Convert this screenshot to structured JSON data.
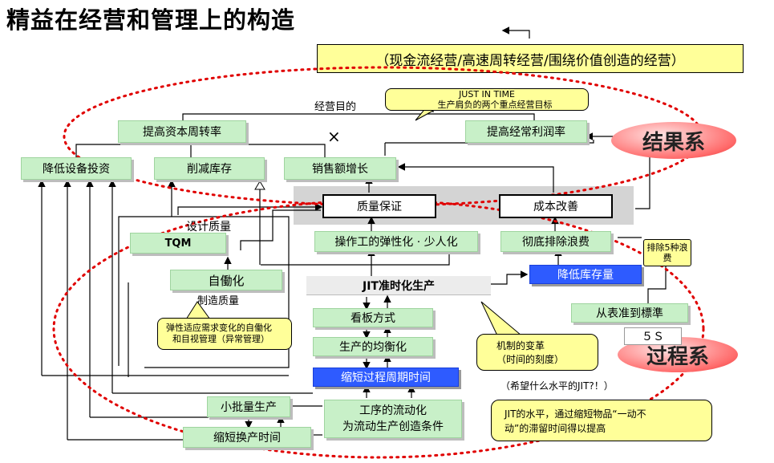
{
  "title": "精益在经营和管理上的构造",
  "banner": "（现金流经营/高速周转经营/围绕价值创造的经营）",
  "callout_jit": {
    "line1": "JUST IN TIME",
    "line2": "生产肩负的两个重点经营目标"
  },
  "labels": {
    "business_goal": "经营目的",
    "times": "×",
    "design_quality": "设计质量",
    "manufacture_quality": "制造质量",
    "level": "（希望什么水平的JIT?！）"
  },
  "result_tag": "结果系",
  "process_tag": "过程系",
  "boxes": {
    "capital_turnover": "提高资本周转率",
    "profit_rate": "提高经常利润率",
    "reduce_equipment": "降低设备投资",
    "reduce_inventory": "削减库存",
    "sales_growth": "销售额增长",
    "quality_assurance": "质量保证",
    "cost_improve": "成本改善",
    "tqm": "TQM",
    "operator_flex": "操作工的弹性化 ·  少人化",
    "eliminate_waste": "彻底排除浪费",
    "eliminate_5": "排除5种浪费",
    "jidoka": "自働化",
    "jit": "JIT准时化生产",
    "lower_inventory": "降低库存量",
    "kanban": "看板方式",
    "leveling": "生产的均衡化",
    "shorten_cycle": "缩短过程周期时间",
    "table_to_standard": "从表准到標準",
    "five_s": "５Ｓ",
    "small_lot": "小批量生产",
    "changeover": "缩短换产时间",
    "flow_line1": "工序的流动化",
    "flow_line2": "为流动生产创造条件"
  },
  "callouts": {
    "jidoka_note_line1": "弹性适应需求变化的自働化",
    "jidoka_note_line2": "和目视管理（异常管理）",
    "mechanism_line1": "机制的变革",
    "mechanism_line2": "（时间的刻度）",
    "jit_level_line1": "JIT的水平，通过缩短物品“一动不",
    "jit_level_line2": "动”的滞留时间得以提高"
  },
  "colors": {
    "green": "#c8f0c8",
    "blue": "#2e5bff",
    "yellow": "#ffff99",
    "red_dotted": "#e00000"
  }
}
